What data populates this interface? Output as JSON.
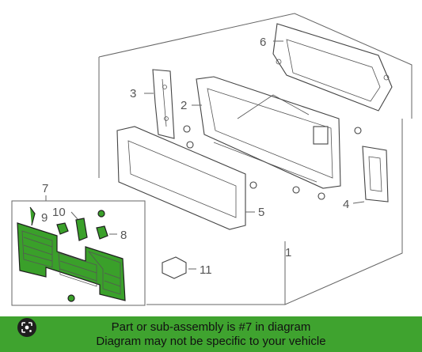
{
  "callouts": {
    "c1": "1",
    "c2": "2",
    "c3": "3",
    "c4": "4",
    "c5": "5",
    "c6": "6",
    "c7": "7",
    "c8": "8",
    "c9": "9",
    "c10": "10",
    "c11": "11"
  },
  "banner": {
    "line1": "Part or sub-assembly is #7 in diagram",
    "line2": "Diagram may not be specific to your vehicle"
  },
  "colors": {
    "highlight": "#3aa02a",
    "banner": "#3fa32f"
  },
  "icons": {
    "lens": "google-lens-icon"
  }
}
